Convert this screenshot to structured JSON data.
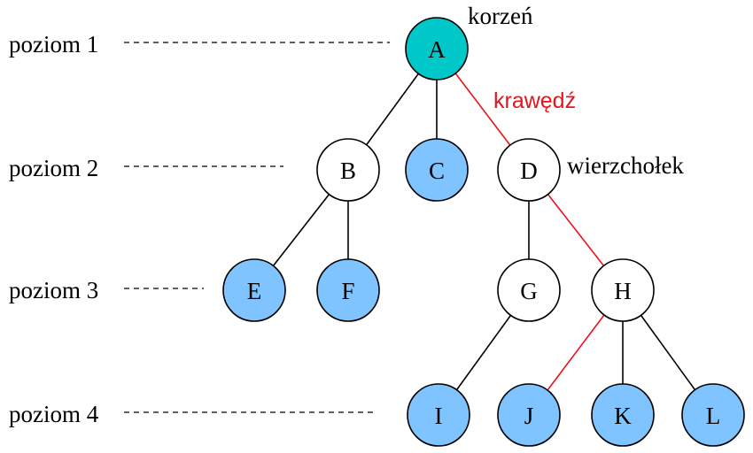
{
  "colors": {
    "root_fill": "#00c8c8",
    "leaf_fill": "#80c4ff",
    "inner_fill": "#ffffff",
    "highlight_edge": "#e8141b"
  },
  "levels": [
    {
      "label": "poziom 1"
    },
    {
      "label": "poziom 2"
    },
    {
      "label": "poziom 3"
    },
    {
      "label": "poziom 4"
    }
  ],
  "annotations": {
    "root": "korzeń",
    "edge": "krawędź",
    "vertex": "wierzchołek"
  },
  "nodes": [
    {
      "id": "A",
      "type": "root"
    },
    {
      "id": "B",
      "type": "inner"
    },
    {
      "id": "C",
      "type": "leaf"
    },
    {
      "id": "D",
      "type": "inner"
    },
    {
      "id": "E",
      "type": "leaf"
    },
    {
      "id": "F",
      "type": "leaf"
    },
    {
      "id": "G",
      "type": "inner"
    },
    {
      "id": "H",
      "type": "inner"
    },
    {
      "id": "I",
      "type": "leaf"
    },
    {
      "id": "J",
      "type": "leaf"
    },
    {
      "id": "K",
      "type": "leaf"
    },
    {
      "id": "L",
      "type": "leaf"
    }
  ],
  "edges": [
    {
      "from": "A",
      "to": "B",
      "highlight": false
    },
    {
      "from": "A",
      "to": "C",
      "highlight": false
    },
    {
      "from": "A",
      "to": "D",
      "highlight": true
    },
    {
      "from": "B",
      "to": "E",
      "highlight": false
    },
    {
      "from": "B",
      "to": "F",
      "highlight": false
    },
    {
      "from": "D",
      "to": "G",
      "highlight": false
    },
    {
      "from": "D",
      "to": "H",
      "highlight": true
    },
    {
      "from": "G",
      "to": "I",
      "highlight": false
    },
    {
      "from": "H",
      "to": "J",
      "highlight": true
    },
    {
      "from": "H",
      "to": "K",
      "highlight": false
    },
    {
      "from": "H",
      "to": "L",
      "highlight": false
    }
  ]
}
